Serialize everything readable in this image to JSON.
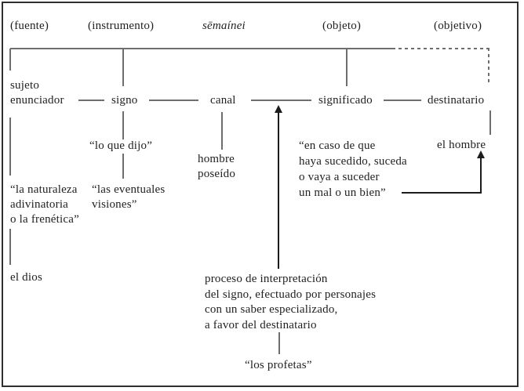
{
  "colors": {
    "line": "#6e6e6e",
    "arrow": "#1c1c1c",
    "text": "#1f1f1f",
    "border": "#2f2f2f",
    "bg": "#ffffff"
  },
  "top_labels": {
    "fuente": "(fuente)",
    "instrumento": "(instrumento)",
    "semainei": "sēmaínei",
    "objeto": "(objeto)",
    "objetivo": "(objetivo)"
  },
  "row_nodes": {
    "sujeto_enunciador": [
      "sujeto",
      "enunciador"
    ],
    "signo": "signo",
    "canal": "canal",
    "significado": "significado",
    "destinatario": "destinatario"
  },
  "annotations": {
    "lo_que_dijo": "“lo que dijo”",
    "hombre_poseido": [
      "hombre",
      "poseído"
    ],
    "en_caso": [
      "“en caso de que",
      "haya sucedido, suceda",
      "o vaya a suceder",
      "un mal o un bien”"
    ],
    "el_hombre": "el hombre",
    "la_naturaleza": [
      "“la naturaleza",
      "adivinatoria",
      "o la frenética”"
    ],
    "las_eventuales": [
      "“las eventuales",
      "visiones”"
    ],
    "el_dios": "el dios",
    "proceso": [
      "proceso de interpretación",
      "del signo, efectuado por personajes",
      "con un saber especializado,",
      "a favor del destinatario"
    ],
    "los_profetas": "“los profetas”"
  }
}
